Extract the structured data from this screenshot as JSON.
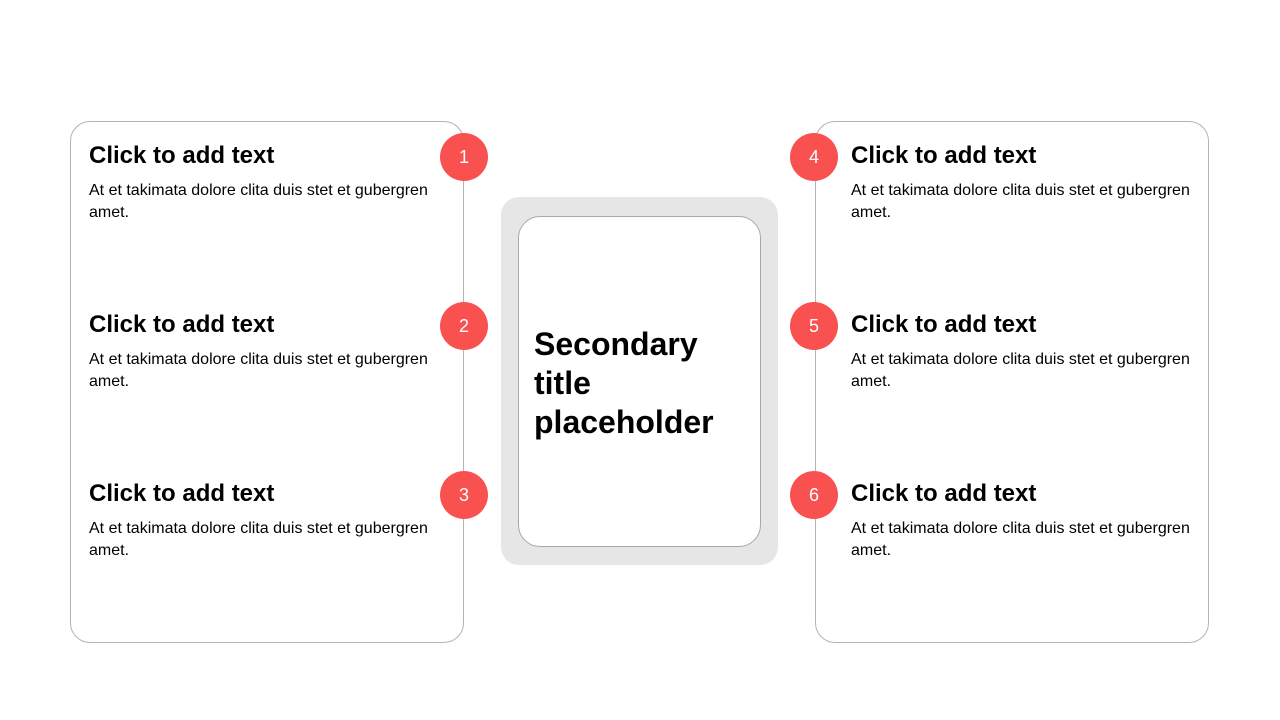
{
  "items": [
    {
      "num": "1",
      "title": "Click to add text",
      "body": "At et takimata dolore clita duis stet et gubergren amet."
    },
    {
      "num": "2",
      "title": "Click to add text",
      "body": "At et takimata dolore clita duis stet et gubergren amet."
    },
    {
      "num": "3",
      "title": "Click to add text",
      "body": "At et takimata dolore clita duis stet et gubergren amet."
    },
    {
      "num": "4",
      "title": "Click to add text",
      "body": "At et takimata dolore clita duis stet et gubergren amet."
    },
    {
      "num": "5",
      "title": "Click to add text",
      "body": "At et takimata dolore clita duis stet et gubergren amet."
    },
    {
      "num": "6",
      "title": "Click to add text",
      "body": "At et takimata dolore clita duis stet et gubergren amet."
    }
  ],
  "center": {
    "title": "Secondary title placeholder"
  },
  "colors": {
    "accent": "#f95050",
    "frame": "#e6e6e6"
  }
}
